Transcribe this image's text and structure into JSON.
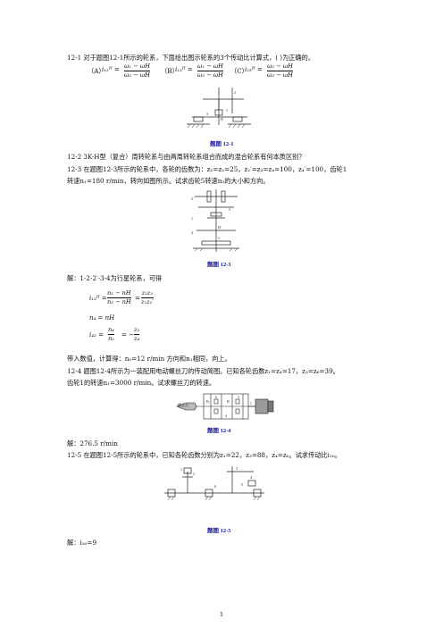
{
  "q1": {
    "text": "12-1  对于题图12-1所示的轮系，下面给出图示轮系的3个传动比计算式，(    )为正确的。",
    "opt_a": "（A）",
    "opt_b": "（B）",
    "opt_c": "（C）",
    "opt_a_eq": {
      "lhs": "i₁₂ᴴ =",
      "num": "ω₁ − ωH",
      "den": "ω₂ − ωH"
    },
    "opt_b_eq": {
      "lhs": "i₁₃ᴴ =",
      "num": "ω₁ − ωH",
      "den": "ω₃ − ωH"
    },
    "opt_c_eq": {
      "lhs": "i₂₃ᴴ =",
      "num": "ω₂ − ωH",
      "den": "ω₃ − ωH"
    },
    "caption": "题图 12-1"
  },
  "q2": {
    "text": "12-2   3K-H型（复合）周转轮系与由两周转轮系组合而成的混合轮系有何本质区别？"
  },
  "q3": {
    "line1": "12-3  在题图12-3所示的轮系中，各轮的齿数为：z₁=z₂=25，z₂′=z₃=z₄=100，z₄′=100，齿轮1",
    "line2": "转速n₁=180 r/min，转向如图所示。试求齿轮5转速n₅的大小和方向。",
    "caption": "题图 12-3",
    "solution": "解：1-2-2′-3-4为行星轮系，可得",
    "eq1": {
      "lhs": "i₁₃ᴴ =",
      "num": "n₁ − nH",
      "den": "n₃ − nH",
      "rhs_num": "z₂z₃",
      "rhs_den": "z₁z₂′"
    },
    "eq2": "n₄ = nH",
    "eq3": {
      "lhs": "i₄₂ =",
      "num": "n₄",
      "den": "n₂",
      "rhs_num": "z₂",
      "rhs_den": "z₄"
    },
    "result": "带入数值，计算得：n₅=12 r/min  方向和n₁相同，向上。"
  },
  "q4": {
    "line1": "12-4  题图12-4所示为一装配用电动螺丝刀的传动简图。已知各轮齿数z₁=z₄=17，z₃=z₆=39。",
    "line2": "齿轮1的转速n₁=3000 r/min。试求螺丝刀的转速。",
    "caption": "题图 12-4",
    "figure_label": "螺丝刀",
    "answer": "解：276.5 r/min"
  },
  "q5": {
    "text": "12-5  在题图12-5所示的轮系中，已知各轮齿数分别为z₁=22，z₃=88，z₄=z₆。试求传动比i₁₆。",
    "caption": "题图 12-5",
    "answer": "解：i₁₆=9"
  },
  "page_number": "1"
}
